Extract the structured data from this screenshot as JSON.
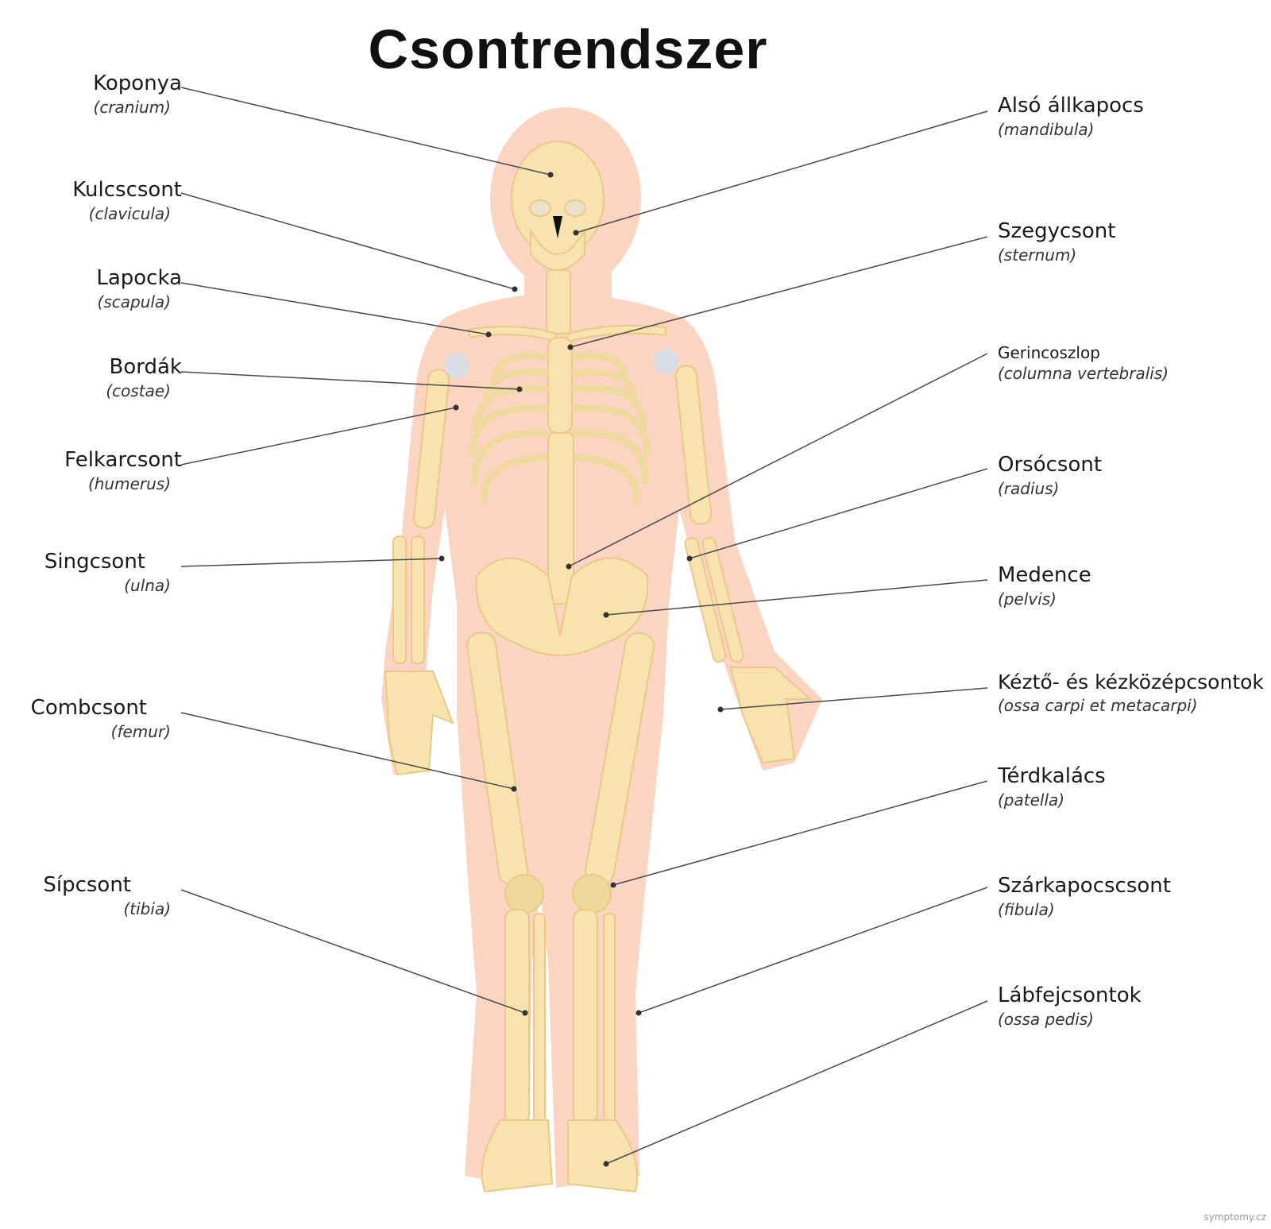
{
  "title": "Csontrendszer",
  "watermark": "symptomy.cz",
  "colors": {
    "body": "#fcd4c2",
    "bone": "#f8e3ae",
    "bone_dark": "#e9c988",
    "cartilage": "#d8dde3",
    "line": "#4a4a4a"
  },
  "labels_left": [
    {
      "id": "koponya",
      "name": "Koponya",
      "latin": "(cranium)"
    },
    {
      "id": "kulcscsont",
      "name": "Kulcscsont",
      "latin": "(clavicula)"
    },
    {
      "id": "lapocka",
      "name": "Lapocka",
      "latin": "(scapula)"
    },
    {
      "id": "bordak",
      "name": "Bordák",
      "latin": "(costae)"
    },
    {
      "id": "felkarcsont",
      "name": "Felkarcsont",
      "latin": "(humerus)"
    },
    {
      "id": "singcsont",
      "name": "Singcsont",
      "latin": "(ulna)"
    },
    {
      "id": "combcsont",
      "name": "Combcsont",
      "latin": "(femur)"
    },
    {
      "id": "sipcsont",
      "name": "Sípcsont",
      "latin": "(tibia)"
    }
  ],
  "labels_right": [
    {
      "id": "also-allkapocs",
      "name": "Alsó állkapocs",
      "latin": "(mandibula)"
    },
    {
      "id": "szegycsont",
      "name": "Szegycsont",
      "latin": "(sternum)"
    },
    {
      "id": "gerincoszlop",
      "name": "Gerincoszlop",
      "latin": "(columna vertebralis)"
    },
    {
      "id": "orsocsont",
      "name": "Orsócsont",
      "latin": "(radius)"
    },
    {
      "id": "medence",
      "name": "Medence",
      "latin": "(pelvis)"
    },
    {
      "id": "kezto",
      "name": "Kéztő- és kézközépcsontok",
      "latin": "(ossa carpi et metacarpi)"
    },
    {
      "id": "terdkalacs",
      "name": "Térdkalács",
      "latin": "(patella)"
    },
    {
      "id": "szarkapocscsont",
      "name": "Szárkapocscsont",
      "latin": "(fibula)"
    },
    {
      "id": "labfejcsontok",
      "name": "Lábfejcsontok",
      "latin": "(ossa pedis)"
    }
  ]
}
